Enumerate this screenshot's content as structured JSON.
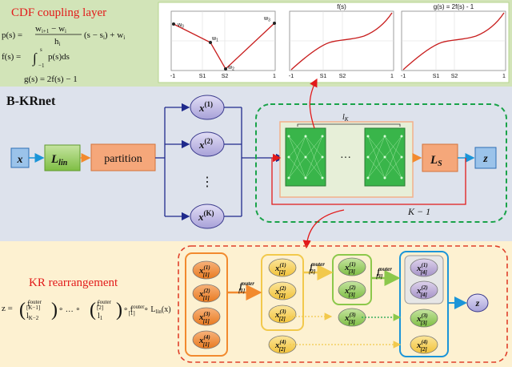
{
  "cdf_panel": {
    "title": "CDF coupling layer",
    "eq1_lhs": "p(s) =",
    "eq1_num": "w",
    "eq1_num_sub1": "i+1",
    "eq1_minus": "− w",
    "eq1_num_sub2": "i",
    "eq1_den": "h",
    "eq1_den_sub": "i",
    "eq1_rhs": "(s − s",
    "eq1_rhs_sub": "i",
    "eq1_rhs_end": ") + w",
    "eq1_rhs_end_sub": "i",
    "eq2_lhs": "f(s) =",
    "eq2_int_top": "s",
    "eq2_int_bot": "−1",
    "eq2_body": "p(s)ds",
    "eq3": "g(s) = 2f(s) − 1",
    "plot1": {
      "labels": {
        "w0": "w",
        "w0_sub": "0",
        "w1": "w",
        "w1_sub": "1",
        "w2": "w",
        "w2_sub": "2",
        "w3": "w",
        "w3_sub": "3"
      },
      "ticks": [
        "-1",
        "S1",
        "S2",
        "1"
      ]
    },
    "plot2": {
      "title": "f(s)",
      "ticks": [
        "-1",
        "S1",
        "S2",
        "1"
      ]
    },
    "plot3": {
      "title": "g(s) = 2f(s) - 1",
      "ticks": [
        "-1",
        "S1",
        "S2",
        "1"
      ]
    }
  },
  "bkr": {
    "title": "B-KRnet",
    "input": "x",
    "lin": "L",
    "lin_sub": "lin",
    "partition": "partition",
    "x1": "x",
    "x1_sup": "(1)",
    "x2": "x",
    "x2_sup": "(2)",
    "dots": "⋮",
    "xK": "x",
    "xK_sup": "(K)",
    "lk": "l",
    "lk_sub": "K",
    "hdots": "···",
    "ls": "L",
    "ls_sub": "S",
    "output": "z",
    "loop_label": "K − 1"
  },
  "kr": {
    "title": "KR rearrangement",
    "formula": {
      "z": "z =",
      "f1_top": "f",
      "f1_top_sup": "outer",
      "f1_top_sub": "[K−1]",
      "f1_bot": "l",
      "f1_bot_sub": "K−2",
      "comp": "∘ … ∘",
      "f2_top": "f",
      "f2_top_sup": "outer",
      "f2_top_sub": "[2]",
      "f2_bot": "l",
      "f2_bot_sub": "1",
      "tail": "∘ f",
      "tail_sup": "outer",
      "tail_sub": "[1]",
      "tail_end": "∘ L",
      "tail_end_sub": "lin",
      "tail_arg": "(x)"
    },
    "stage1": [
      "(1)",
      "(2)",
      "(3)",
      "(4)"
    ],
    "stage1_sub": "[1]",
    "stage2": [
      "(1)",
      "(2)",
      "(3)"
    ],
    "stage2_sub": "[2]",
    "stage3": [
      "(1)",
      "(2)"
    ],
    "stage3_sub": "[3]",
    "stage4": [
      "(1)",
      "(2)"
    ],
    "stage4_sub": "[4]",
    "bypass2": "(4)",
    "bypass2_sub": "[2]",
    "bypass3": "(3)",
    "bypass3_sub": "[3]",
    "var": "x",
    "f1": "f",
    "f1_sup": "outer",
    "f1_sub": "[1]",
    "f2": "f",
    "f2_sup": "outer",
    "f2_sub": "[2]",
    "f3": "f",
    "f3_sup": "outer",
    "f3_sub": "[3]",
    "output": "z"
  },
  "colors": {
    "cdf_bg": "#d2e4b8",
    "bkr_bg": "#dde2ec",
    "kr_bg": "#fdf1d1",
    "red": "#e21a1a",
    "navy": "#1f2a8c",
    "green_dash": "#1aa34a",
    "orange": "#f28a2e",
    "yellow": "#f2c94c",
    "light_green": "#8cc84b",
    "blue": "#1b95d8",
    "purple": "#b7a3d4"
  }
}
